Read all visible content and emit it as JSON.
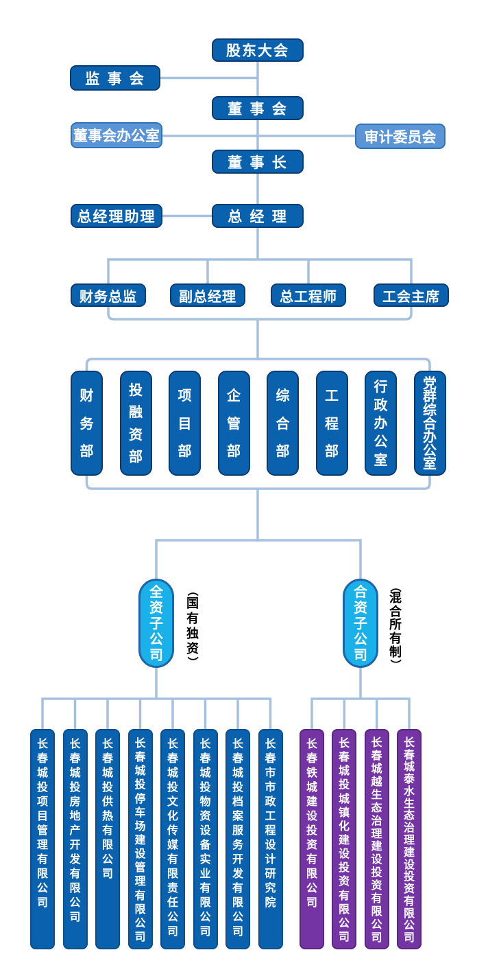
{
  "colors": {
    "line": "#A6C1E0",
    "node-blue": "#0A62AE",
    "node-blue-border": "#093B72",
    "node-light": "#5B95D6",
    "node-light-border": "#2E74B5",
    "oval-cyan": "#1AB1EA",
    "oval-border": "#1F63A8",
    "comp-blue-border": "#0A4E8C",
    "company-purple": "#7434A4",
    "company-purple-border": "#59277E",
    "label-black": "#000000",
    "text-white": "#FFFFFF"
  },
  "governance": {
    "shareholders_meeting": "股东大会",
    "supervisory_board": "监 事 会",
    "board_of_directors": "董 事 会",
    "board_office": "董事会办公室",
    "audit_committee": "审计委员会",
    "chairman": "董 事 长",
    "gm_assistant": "总经理助理",
    "general_manager": "总 经 理"
  },
  "management": {
    "items": [
      "财务总监",
      "副总经理",
      "总工程师",
      "工会主席"
    ]
  },
  "departments": {
    "items": [
      "财务部",
      "投融资部",
      "项目部",
      "企管部",
      "综合部",
      "工程部",
      "行政办公室",
      "党群综合办公室"
    ]
  },
  "subsidiary_groups": {
    "wholly_owned": {
      "name": "全资子公司",
      "note": "（国有独资）"
    },
    "joint_venture": {
      "name": "合资子公司",
      "note": "（混合所有制）"
    }
  },
  "companies": {
    "wholly_owned": [
      "长春城投项目管理有限公司",
      "长春城投房地产开发有限公司",
      "长春城投供热有限公司",
      "长春城投停车场建设管理有限公司",
      "长春城投文化传媒有限责任公司",
      "长春城投物资设备实业有限公司",
      "长春城投档案服务开发有限公司",
      "长春市市政工程设计研究院"
    ],
    "joint_venture": [
      "长春铁城建设投资有限公司",
      "长春城投城镇化建设投资有限公司",
      "长春城越生态治理建设投资有限公司",
      "长春城泰水生态治理建设投资有限公司"
    ]
  }
}
